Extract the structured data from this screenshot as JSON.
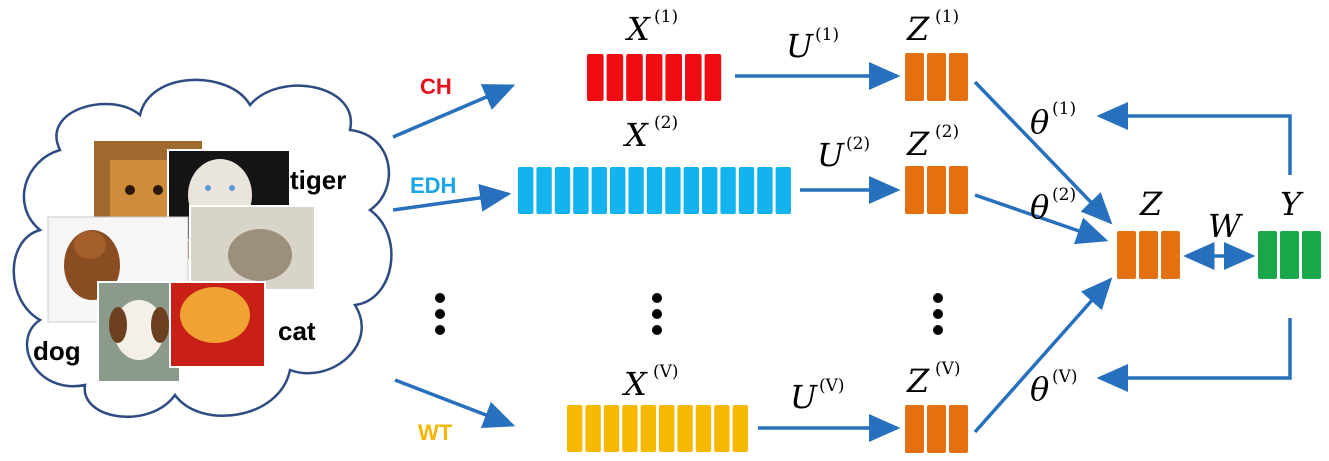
{
  "cloud": {
    "labels": {
      "tiger": "tiger",
      "cat": "cat",
      "dog": "dog"
    }
  },
  "views": [
    {
      "feature": "CH",
      "feature_color": "#e8101a",
      "x_label": "X",
      "x_sup": "(1)",
      "u_label": "U",
      "u_sup": "(1)",
      "z_label": "Z",
      "z_sup": "(1)",
      "theta_label": "θ",
      "theta_sup": "(1)",
      "bar_color": "#f00d12",
      "bar_cells": 7
    },
    {
      "feature": "EDH",
      "feature_color": "#1aa6e4",
      "x_label": "X",
      "x_sup": "(2)",
      "u_label": "U",
      "u_sup": "(2)",
      "z_label": "Z",
      "z_sup": "(2)",
      "theta_label": "θ",
      "theta_sup": "(2)",
      "bar_color": "#13b4ee",
      "bar_cells": 15
    },
    {
      "feature": "WT",
      "feature_color": "#f7b400",
      "x_label": "X",
      "x_sup": "(V)",
      "u_label": "U",
      "u_sup": "(V)",
      "z_label": "Z",
      "z_sup": "(V)",
      "theta_label": "θ",
      "theta_sup": "(V)",
      "bar_color": "#f6b900",
      "bar_cells": 10
    }
  ],
  "shared": {
    "z_label": "Z",
    "w_label": "W",
    "y_label": "Y"
  },
  "colors": {
    "arrow": "#2770bd",
    "z_block": "#e5700f",
    "y_block": "#18a84a",
    "cloud_stroke": "#2e4c82"
  }
}
